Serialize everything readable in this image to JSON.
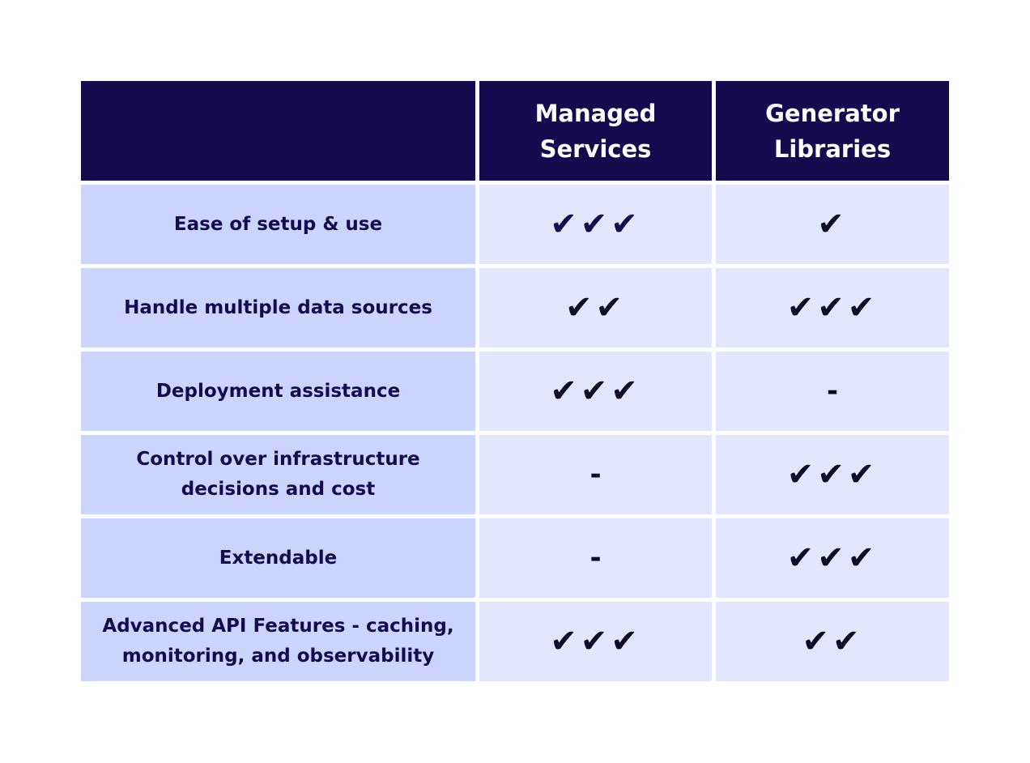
{
  "table": {
    "headers": [
      "",
      "Managed Services",
      "Generator Libraries"
    ],
    "header_lines": {
      "managed": [
        "Managed",
        "Services"
      ],
      "generator": [
        "Generator",
        "Libraries"
      ]
    },
    "rows": [
      {
        "label_lines": [
          "Ease of setup & use"
        ],
        "managed": "✔✔✔",
        "generator": "✔"
      },
      {
        "label_lines": [
          "Handle multiple data sources"
        ],
        "managed": "✔✔",
        "generator": "✔✔✔"
      },
      {
        "label_lines": [
          "Deployment assistance"
        ],
        "managed": "✔✔✔",
        "generator": "-"
      },
      {
        "label_lines": [
          "Control over infrastructure",
          "decisions and cost"
        ],
        "managed": "-",
        "generator": "✔✔✔"
      },
      {
        "label_lines": [
          "Extendable"
        ],
        "managed": "-",
        "generator": "✔✔✔"
      },
      {
        "label_lines": [
          "Advanced API Features - caching,",
          "monitoring, and observability"
        ],
        "managed": "✔✔✔",
        "generator": "✔✔"
      }
    ]
  },
  "colors": {
    "header_bg": "#150a4d",
    "label_bg": "#ccd5fe",
    "value_bg": "#e3e7fe",
    "text_dark": "#150a4d"
  }
}
